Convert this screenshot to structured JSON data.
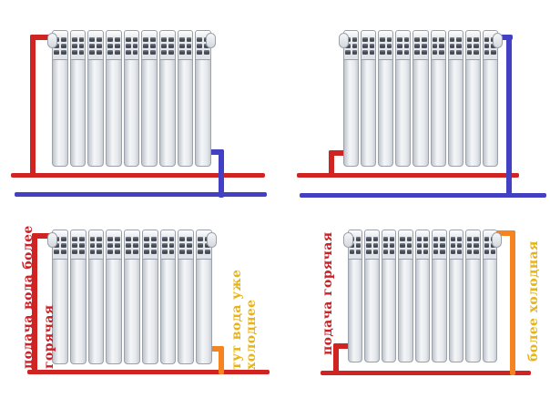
{
  "colors": {
    "hot_water_pipe": "#cf2422",
    "cold_return_pipe": "#4340c4",
    "cooled_water_pipe": "#f5831f",
    "hot_label_text": "#cb2127",
    "cooled_label_text": "#e9b311"
  },
  "radiator": {
    "sections": 9
  },
  "labels": {
    "supply_hotter_line1": "подача вода более",
    "supply_hotter_line2": "горячая",
    "cooled_here_line1": "тут вода уже",
    "cooled_here_line2": "холоднее",
    "supply_hot": "подача горячая",
    "colder": "более холодная"
  }
}
